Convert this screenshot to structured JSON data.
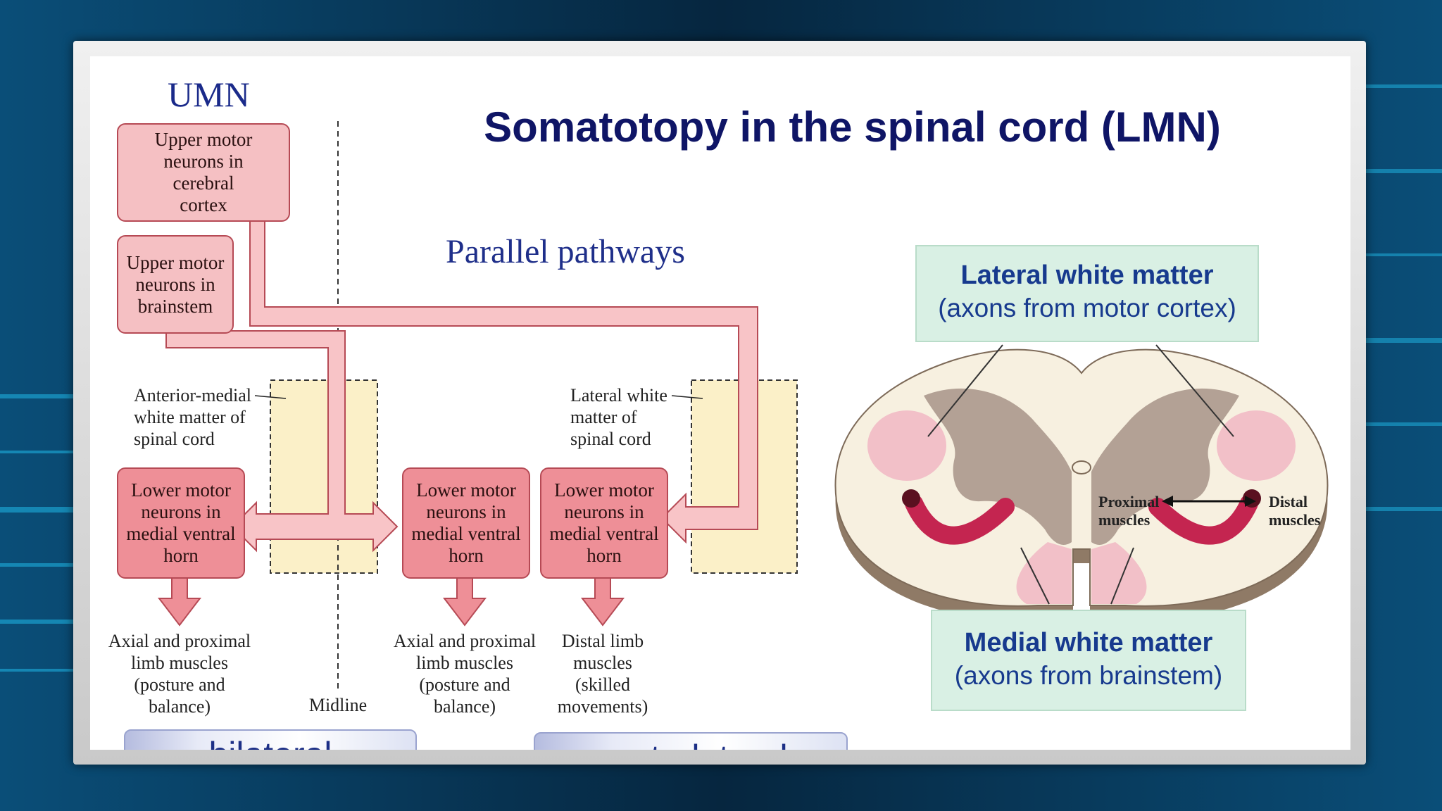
{
  "heading": {
    "umn": "UMN",
    "title": "Somatotopy in the spinal cord (LMN)",
    "subtitle": "Parallel pathways"
  },
  "umn_boxes": {
    "cortex": "Upper motor neurons in cerebral cortex",
    "brainstem": "Upper motor neurons in brainstem"
  },
  "tract_labels": {
    "anterior_medial": "Anterior-medial white matter of spinal cord",
    "lateral": "Lateral white matter of spinal cord"
  },
  "lmn_boxes": [
    "Lower motor neurons in medial ventral horn",
    "Lower motor neurons in medial ventral horn",
    "Lower motor neurons in medial ventral horn"
  ],
  "target_labels": [
    "Axial and proximal limb muscles (posture and balance)",
    "Axial and proximal limb muscles (posture and balance)",
    "Distal limb muscles (skilled movements)"
  ],
  "midline_label": "Midline",
  "bottom_tags": {
    "bilateral": "bilateral",
    "contralateral": "contralateral"
  },
  "cross_section": {
    "lateral_caption": {
      "bold": "Lateral white matter",
      "normal": "(axons from motor cortex)"
    },
    "medial_caption": {
      "bold": "Medial white matter",
      "normal": "(axons from brainstem)"
    },
    "proximal_label": "Proximal muscles",
    "distal_label": "Distal muscles"
  },
  "colors": {
    "umn_fill": "#f5c0c3",
    "lmn_fill": "#ee8f97",
    "pathway_fill": "#f8c4c7",
    "tract_fill": "#fbf0c8",
    "caption_fill": "#d9f0e4",
    "title_text": "#0f1566"
  }
}
